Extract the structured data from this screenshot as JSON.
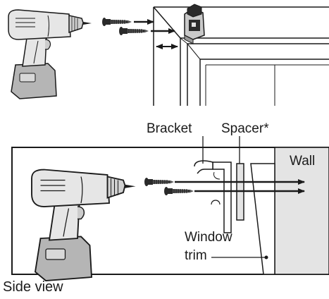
{
  "labels": {
    "bracket": "Bracket",
    "spacer": "Spacer*",
    "wall": "Wall",
    "window_line1": "Window",
    "window_line2": "trim",
    "side_view": "Side view"
  },
  "colors": {
    "line": "#1a1a1a",
    "drill_body": "#e6e6e6",
    "drill_battery": "#b5b5b5",
    "wall_fill": "#e4e4e4",
    "screw": "#2a2a2a"
  },
  "icons": {
    "drill": "cordless-drill-icon",
    "screw": "screw-icon",
    "bracket": "mounting-bracket-icon"
  }
}
